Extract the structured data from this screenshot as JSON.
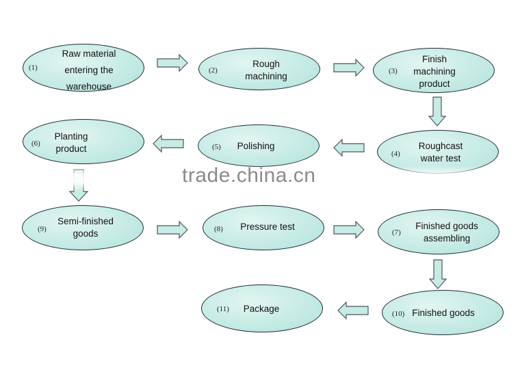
{
  "nodes": [
    {
      "num": "(1)",
      "label": "Raw material\nentering the\nwarehouse"
    },
    {
      "num": "(2)",
      "label": "Rough\nmachining"
    },
    {
      "num": "(3)",
      "label": "Finish\nmachining\nproduct"
    },
    {
      "num": "(4)",
      "label": "Roughcast\nwater test"
    },
    {
      "num": "(5)",
      "label": "Polishing"
    },
    {
      "num": "(6)",
      "label": "Planting\nproduct"
    },
    {
      "num": "(9)",
      "label": "Semi-finished\ngoods"
    },
    {
      "num": "(8)",
      "label": "Pressure test"
    },
    {
      "num": "(7)",
      "label": "Finished goods\nassembling"
    },
    {
      "num": "(10)",
      "label": "Finished goods"
    },
    {
      "num": "(11)",
      "label": "Package"
    }
  ],
  "watermark": "trade.china.cn",
  "colors": {
    "node_fill": "#c6ebe5",
    "node_border": "#1e2a3a",
    "arrow_fill": "#c8ebe4"
  }
}
